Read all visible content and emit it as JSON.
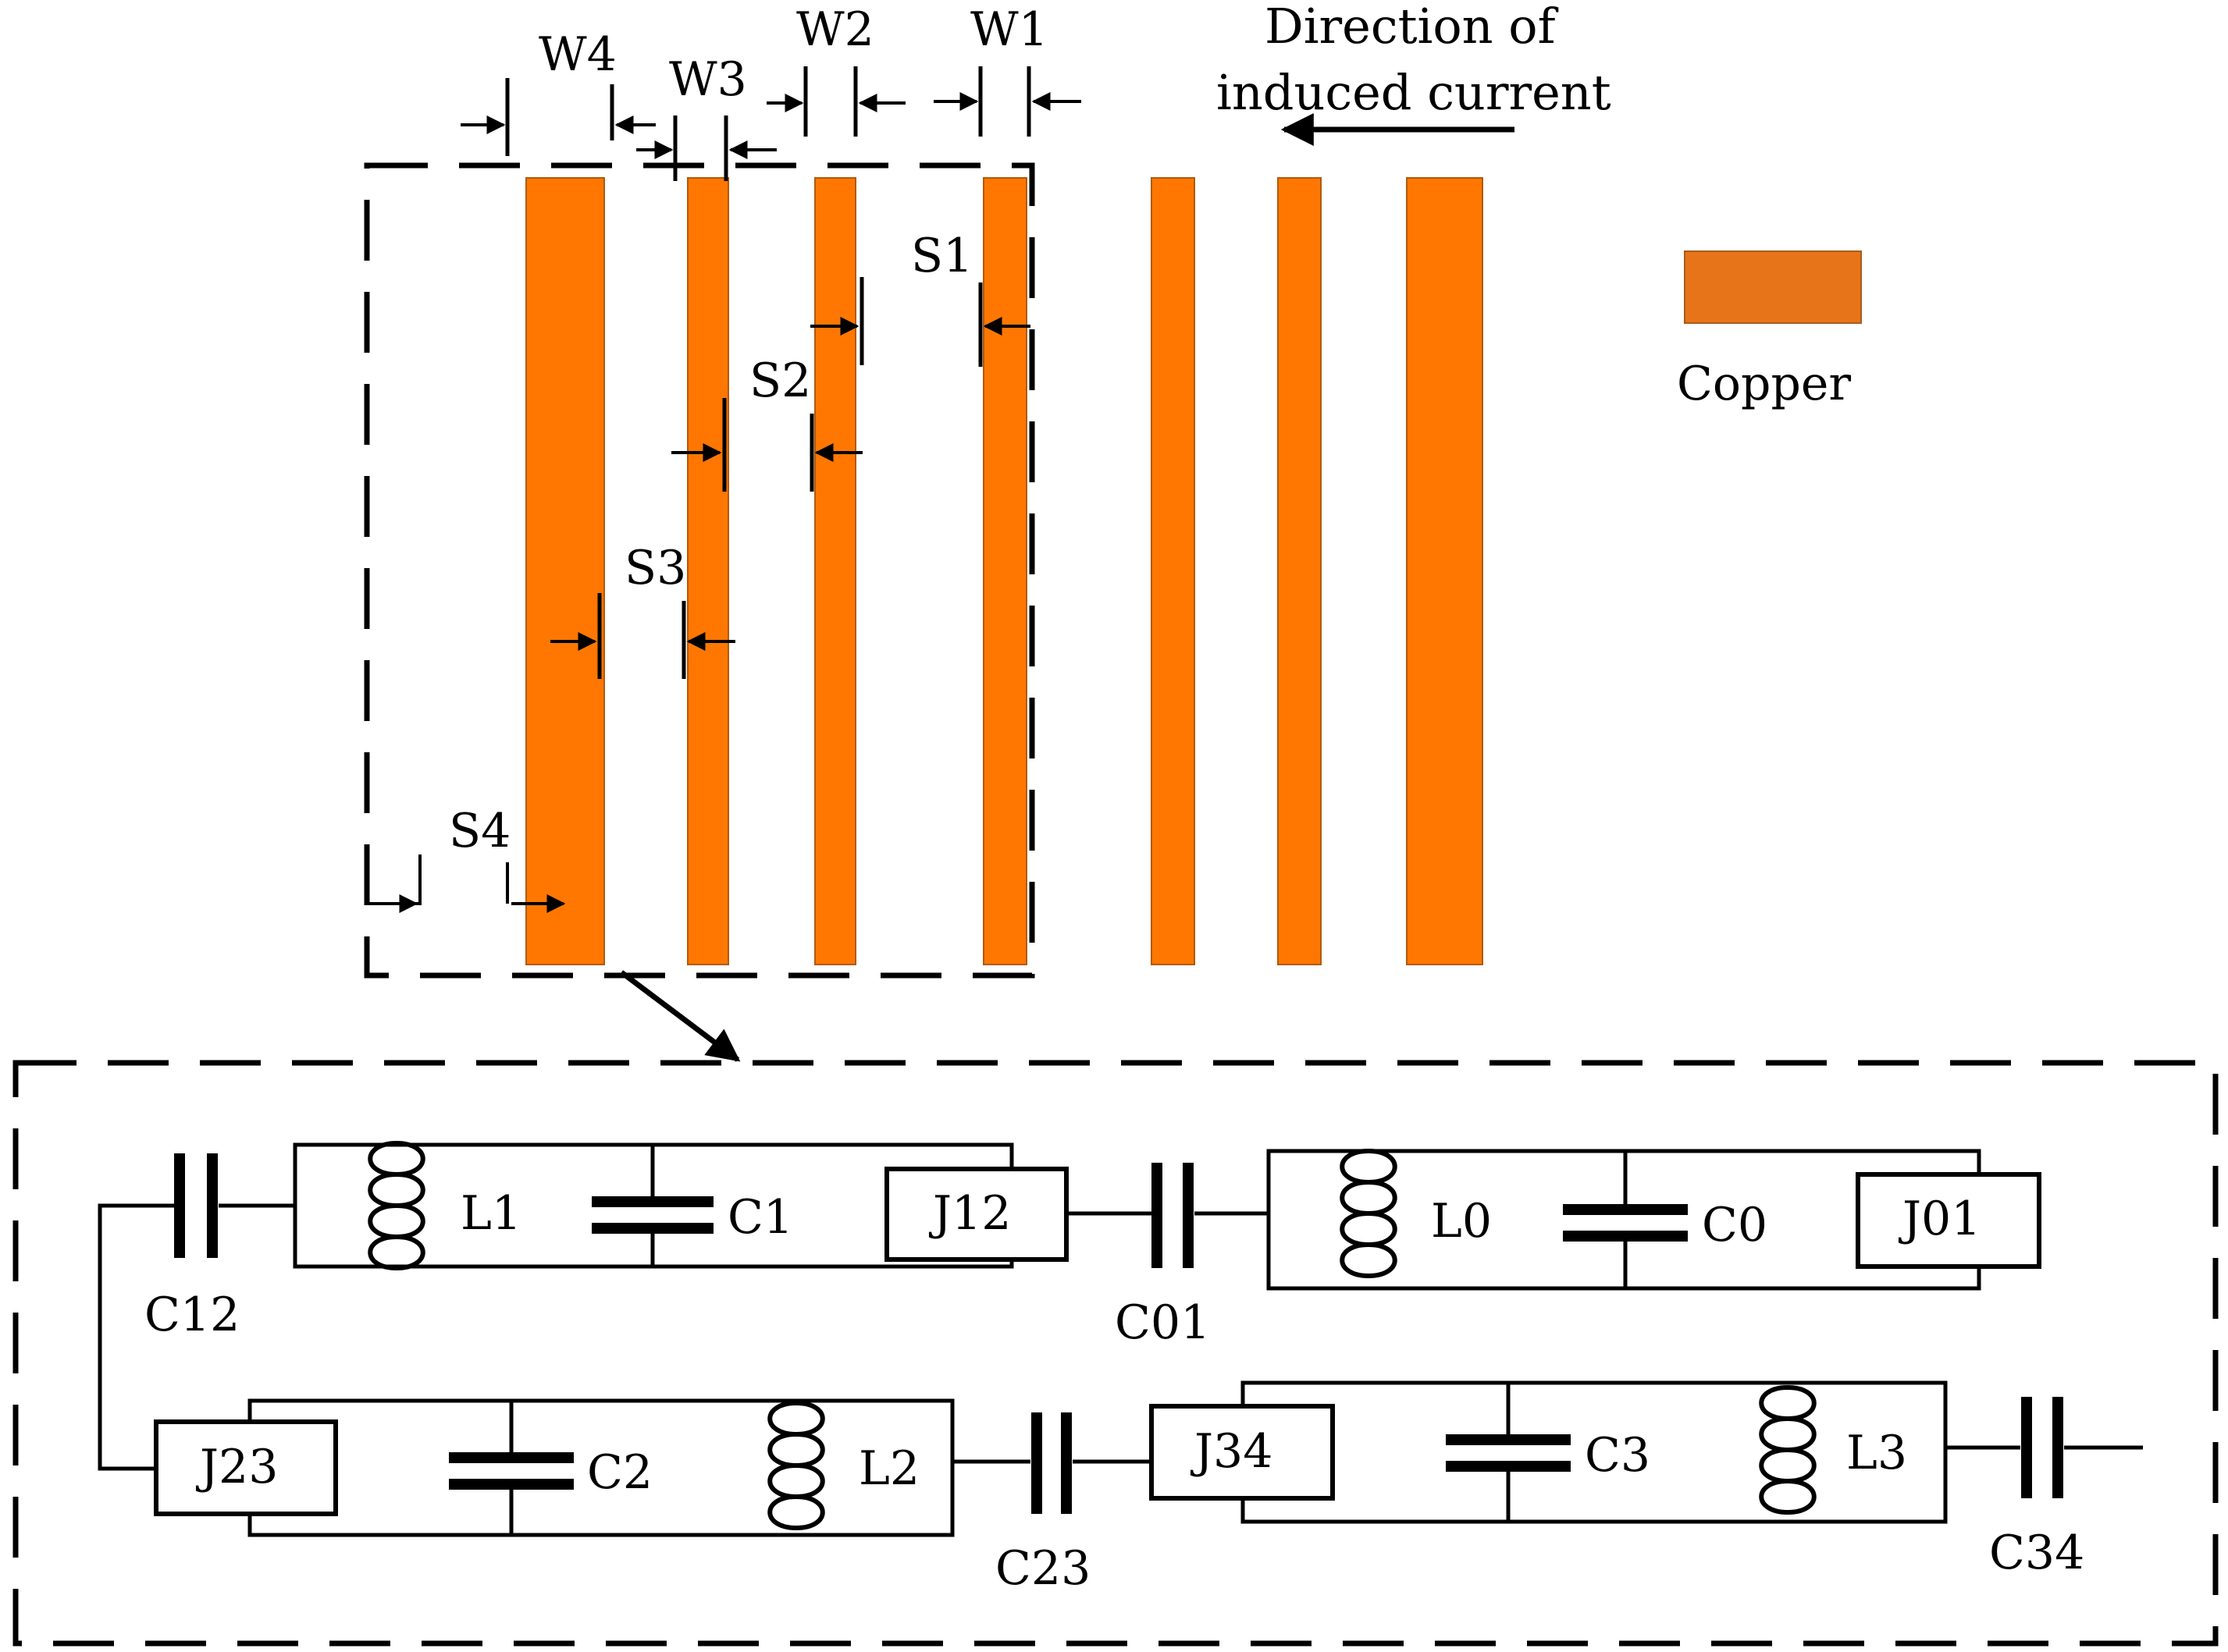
{
  "dimension_labels": {
    "w4": "W4",
    "w3": "W3",
    "w2": "W2",
    "w1": "W1",
    "s1": "S1",
    "s2": "S2",
    "s3": "S3",
    "s4": "S4"
  },
  "direction_label": {
    "line1": "Direction of",
    "line2": "induced current"
  },
  "legend": {
    "label": "Copper",
    "swatch_color": "#e8741a"
  },
  "copper_color": "#ff7700",
  "circuit": {
    "top_row": {
      "c12": "C12",
      "l1": "L1",
      "c1": "C1",
      "j12": "J12",
      "c01": "C01",
      "l0": "L0",
      "c0": "C0",
      "j01": "J01"
    },
    "bottom_row": {
      "j23": "J23",
      "c2": "C2",
      "l2": "L2",
      "c23": "C23",
      "j34": "J34",
      "c3": "C3",
      "l3": "L3",
      "c34": "C34"
    }
  }
}
